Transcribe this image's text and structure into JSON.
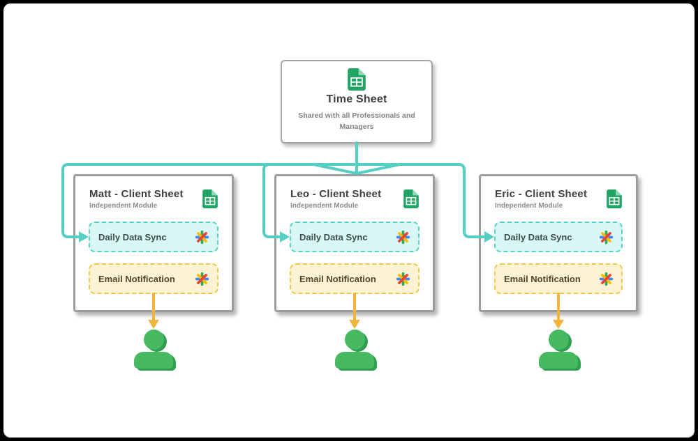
{
  "canvas": {
    "background": "#ffffff",
    "frame": "#000000"
  },
  "palette": {
    "connector_teal": "#55cfc4",
    "card_border": "#9c9c9c",
    "sheets_green": "#1fa463",
    "sync_fill": "#d9f7f4",
    "sync_border": "#57d1c7",
    "email_fill": "#fdf3d2",
    "email_border": "#eec94e",
    "down_arrow_yellow": "#f1b53d",
    "person_green": "#47b961",
    "person_green_dark": "#2f9e4f",
    "script_red": "#ea4335",
    "script_blue": "#4285f4",
    "script_green": "#34a853",
    "script_yellow": "#fbbc04"
  },
  "icons": {
    "sheet": "google-sheets-icon",
    "script": "apps-script-icon",
    "recipient": "person-icon"
  },
  "timesheet": {
    "title": "Time Sheet",
    "subtitle": "Shared with all Professionals and Managers"
  },
  "clients": [
    {
      "title": "Matt - Client Sheet",
      "subtitle": "Independent Module",
      "modules": [
        {
          "label": "Daily Data Sync",
          "icon": "apps-script-icon",
          "kind": "sync"
        },
        {
          "label": "Email Notification",
          "icon": "apps-script-icon",
          "kind": "email"
        }
      ]
    },
    {
      "title": "Leo - Client Sheet",
      "subtitle": "Independent Module",
      "modules": [
        {
          "label": "Daily Data Sync",
          "icon": "apps-script-icon",
          "kind": "sync"
        },
        {
          "label": "Email Notification",
          "icon": "apps-script-icon",
          "kind": "email"
        }
      ]
    },
    {
      "title": "Eric - Client Sheet",
      "subtitle": "Independent Module",
      "modules": [
        {
          "label": "Daily Data Sync",
          "icon": "apps-script-icon",
          "kind": "sync"
        },
        {
          "label": "Email Notification",
          "icon": "apps-script-icon",
          "kind": "email"
        }
      ]
    }
  ]
}
